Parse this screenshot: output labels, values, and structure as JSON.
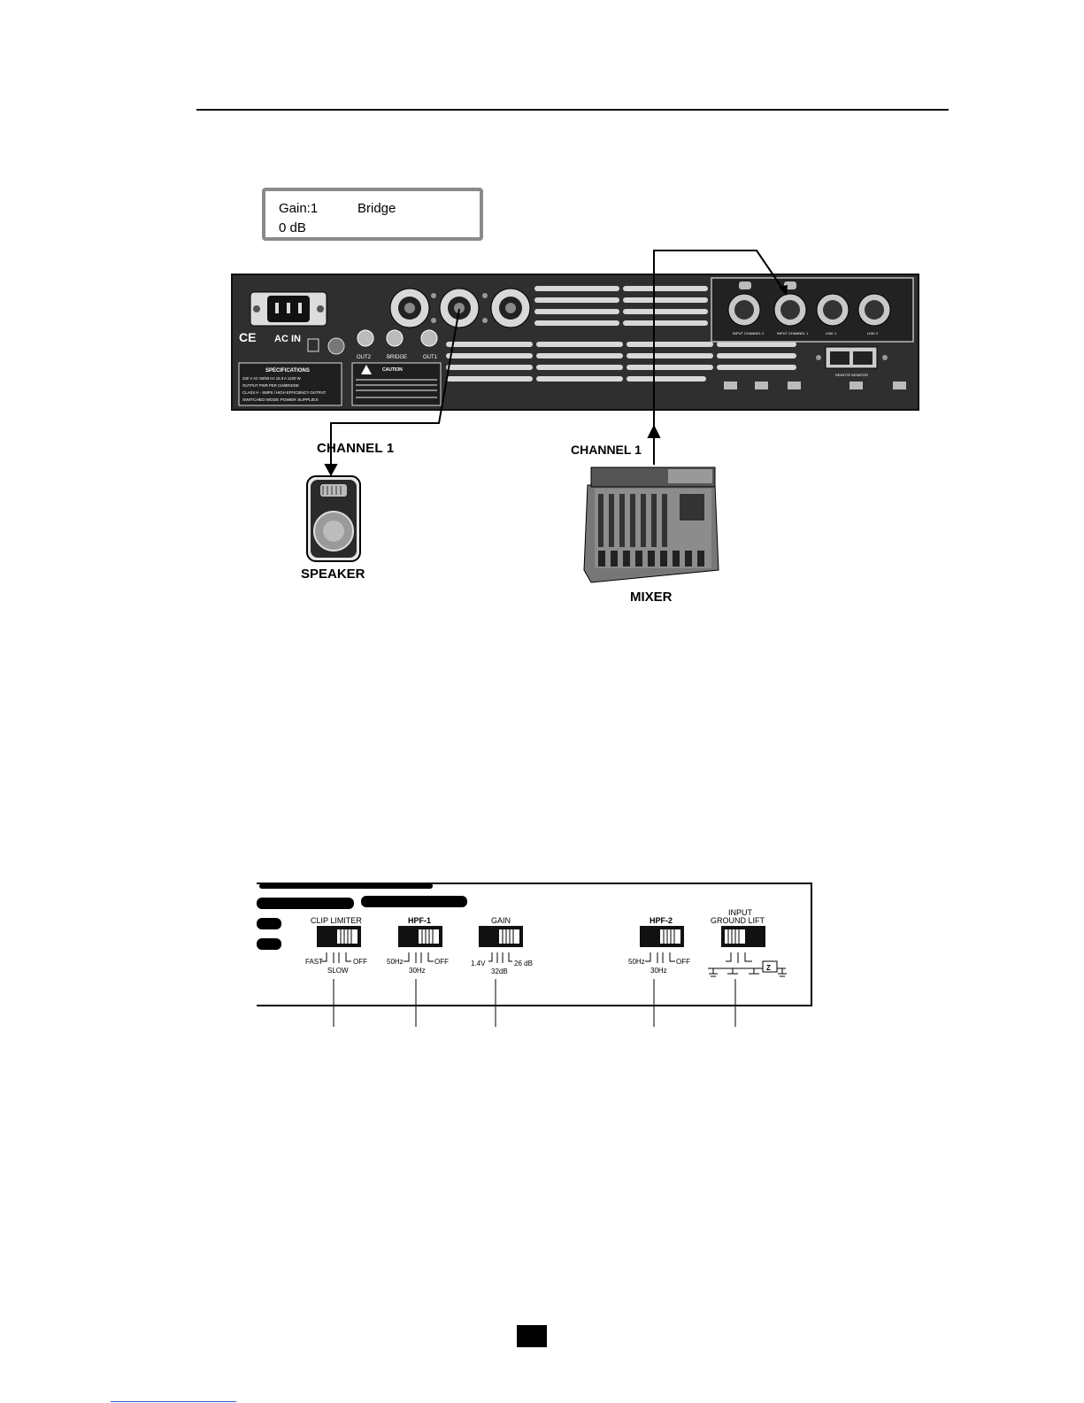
{
  "lcd": {
    "line1_left": "Gain:1",
    "line1_right": "Bridge",
    "line2": "0 dB"
  },
  "diagram": {
    "speaker_channel": "CHANNEL 1",
    "speaker_label": "SPEAKER",
    "mixer_channel": "CHANNEL 1",
    "mixer_label": "MIXER"
  },
  "panel": {
    "ce": "CE",
    "ac_in": "AC IN",
    "spec_title": "SPECIFICATIONS",
    "spec_line1": "230 V AC 50/60 Hz 15.3 A 1220 W",
    "spec_line2": "OUTPUT PWR PER CH/BRIDGE",
    "spec_line3": "CLASS H - SMPS / HIGH EFFICIENCY OUTPUT",
    "spec_line4": "SWITCHED MODE POWER SUPPLIES",
    "caution": "CAUTION",
    "out2": "OUT2",
    "bridge": "BRIDGE",
    "out1": "OUT1",
    "input_ch2": "INPUT CHANNEL 2",
    "input_ch1": "INPUT CHANNEL 1",
    "link1": "LINK 1",
    "link2": "LINK 2",
    "remote": "REMOTE MONITOR"
  },
  "switches": {
    "clip_limiter": {
      "title": "CLIP LIMITER",
      "left": "FAST",
      "right": "OFF",
      "bottom": "SLOW"
    },
    "hpf1": {
      "title": "HPF-1",
      "left": "50Hz",
      "right": "OFF",
      "bottom": "30Hz"
    },
    "gain": {
      "title": "GAIN",
      "left": "1.4V",
      "right": "26 dB",
      "bottom": "32dB"
    },
    "hpf2": {
      "title": "HPF-2",
      "left": "50Hz",
      "right": "OFF",
      "bottom": "30Hz"
    },
    "ground_lift": {
      "title_line1": "INPUT",
      "title_line2": "GROUND LIFT",
      "z_label": "Z"
    }
  }
}
